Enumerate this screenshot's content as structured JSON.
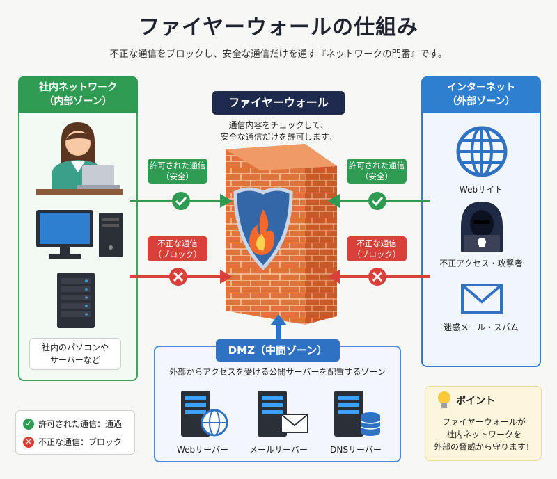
{
  "title": "ファイヤーウォールの仕組み",
  "subtitle": "不正な通信をブロックし、安全な通信だけを通す『ネットワークの門番』です。",
  "internal": {
    "title_line1": "社内ネットワーク",
    "title_line2": "（内部ゾーン）",
    "note_line1": "社内のパソコンや",
    "note_line2": "サーバーなど"
  },
  "external": {
    "title_line1": "インターネット",
    "title_line2": "（外部ゾーン）",
    "items": [
      "Webサイト",
      "不正アクセス・攻撃者",
      "迷惑メール・スパム"
    ]
  },
  "firewall": {
    "label": "ファイヤーウォール",
    "desc_line1": "通信内容をチェックして、",
    "desc_line2": "安全な通信だけを許可します。"
  },
  "allowed": {
    "line1": "許可された通信",
    "line2": "（安全）"
  },
  "blocked": {
    "line1": "不正な通信",
    "line2": "（ブロック）"
  },
  "dmz": {
    "label": "DMZ（中間ゾーン）",
    "desc": "外部からアクセスを受ける公開サーバーを配置するゾーン",
    "servers": [
      "Webサーバー",
      "メールサーバー",
      "DNSサーバー"
    ]
  },
  "legend": {
    "allowed": "許可された通信：通過",
    "blocked": "不正な通信：ブロック"
  },
  "point": {
    "title": "ポイント",
    "line1": "ファイヤーウォールが",
    "line2": "社内ネットワークを",
    "line3": "外部の脅威から守ります！"
  },
  "colors": {
    "green": "#2f9a52",
    "red": "#d8403a",
    "blue": "#2f72c4",
    "navy": "#1d2a4e",
    "brick": "#e0733b"
  }
}
